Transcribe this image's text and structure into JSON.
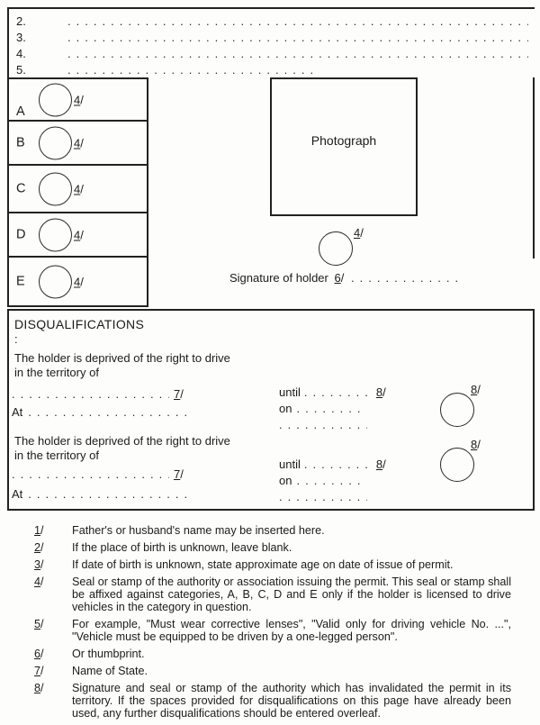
{
  "leader_dots": ". . . . . . . . . . . . . . . . . . . . . . . . . . . . . . . . . . . . . . . . . . . . . . . . . . . . . . . . . . . . . . . . . . . . . . . . . . . . . . . . . . . . . . . . . . . . . . . . . . . . ",
  "markers": {
    "m4": {
      "digit": "4",
      "suffix": "/"
    },
    "m6": {
      "digit": "6",
      "suffix": "/"
    },
    "m7": {
      "digit": "7",
      "suffix": "/"
    },
    "m8": {
      "digit": "8",
      "suffix": "/"
    }
  },
  "top_rows": [
    {
      "num": "2."
    },
    {
      "num": "3."
    },
    {
      "num": "4."
    },
    {
      "num": "5."
    }
  ],
  "categories": [
    {
      "letter": "A"
    },
    {
      "letter": "B"
    },
    {
      "letter": "C"
    },
    {
      "letter": "D"
    },
    {
      "letter": "E"
    }
  ],
  "photo": {
    "label": "Photograph"
  },
  "signature": {
    "label": "Signature of holder"
  },
  "disqualifications": {
    "heading": "DISQUALIFICATIONS",
    "colon": ":",
    "blocks": [
      {
        "line1": "The holder is deprived of the right to drive",
        "line2": "in the territory of",
        "at_label": "At",
        "until_label": "until",
        "on_label": "on"
      },
      {
        "line1": "The holder is deprived of the right to drive",
        "line2": "in the territory of",
        "at_label": "At",
        "until_label": "until",
        "on_label": "on"
      }
    ]
  },
  "footnotes": [
    {
      "digit": "1",
      "suffix": "/",
      "text": "Father's or husband's name may be inserted here."
    },
    {
      "digit": "2",
      "suffix": "/",
      "text": "If the place of birth is unknown, leave blank."
    },
    {
      "digit": "3",
      "suffix": "/",
      "text": "If date of birth is unknown, state approximate age on date of issue of permit."
    },
    {
      "digit": "4",
      "suffix": "/",
      "text": "Seal or stamp of the authority or association issuing the permit.  This seal or stamp shall be affixed against categories, A, B, C, D and E only if the holder is licensed to drive vehicles in the category in question."
    },
    {
      "digit": "5",
      "suffix": "/",
      "text": "For example, \"Must wear corrective lenses\", \"Valid only for driving vehicle No. ...\", \"Vehicle must be equipped to be driven by a one-legged person\"."
    },
    {
      "digit": "6",
      "suffix": "/",
      "text": "Or thumbprint."
    },
    {
      "digit": "7",
      "suffix": "/",
      "text": "Name of State."
    },
    {
      "digit": "8",
      "suffix": "/",
      "text": "Signature and seal or stamp of the authority which has invalidated the permit in its territory.  If the spaces provided for disqualifications on this page have already been used, any further disqualifications should be entered overleaf."
    }
  ]
}
